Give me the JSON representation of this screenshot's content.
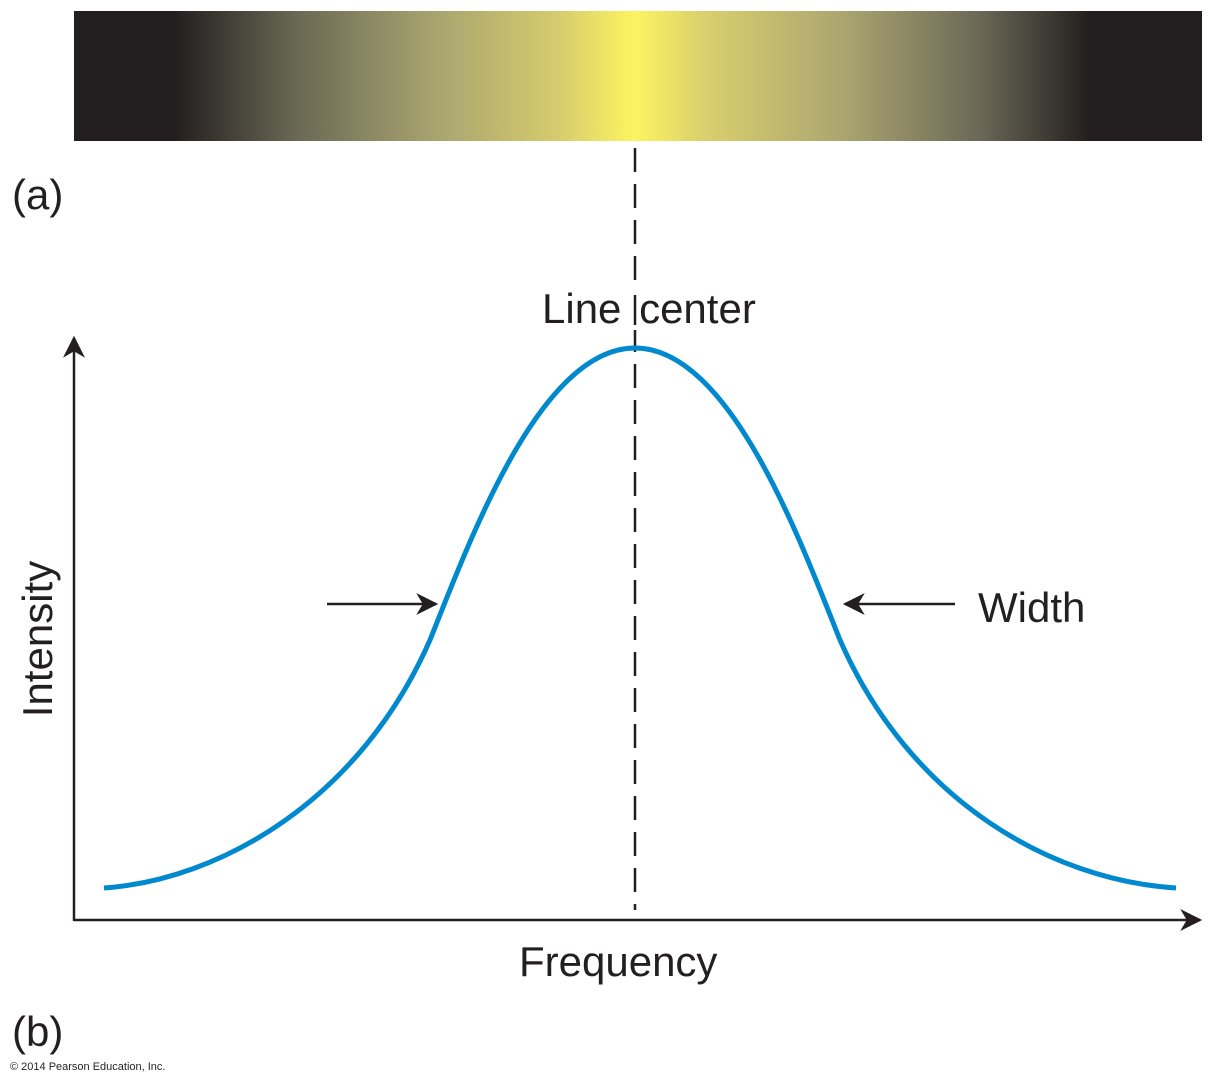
{
  "panel_a_label": "(a)",
  "panel_b_label": "(b)",
  "line_center_label": "Line center",
  "width_label": "Width",
  "x_axis_label": "Frequency",
  "y_axis_label": "Intensity",
  "copyright": "© 2014 Pearson Education, Inc.",
  "colors": {
    "curve": "#0089cf",
    "spectrum_peak": "#fdf460",
    "spectrum_edge": "#231f20",
    "ink": "#231f20"
  }
}
